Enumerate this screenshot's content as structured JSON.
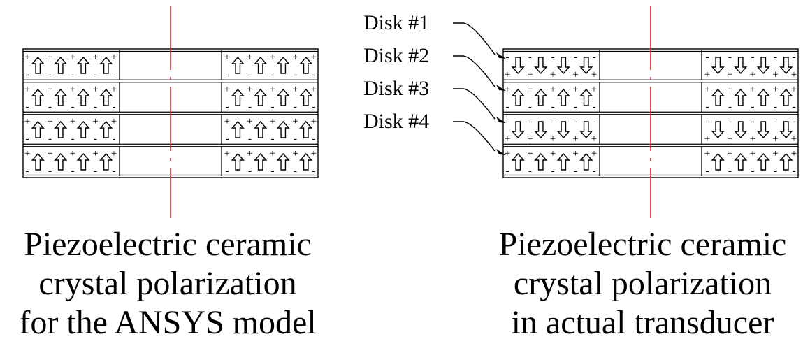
{
  "figure": {
    "left_panel": {
      "caption_lines": [
        "Piezoelectric ceramic",
        "crystal polarization",
        "for the ANSYS model"
      ],
      "disk_polarization": [
        "up",
        "up",
        "up",
        "up"
      ]
    },
    "right_panel": {
      "caption_lines": [
        "Piezoelectric ceramic",
        "crystal polarization",
        "in actual transducer"
      ],
      "disk_labels": [
        "Disk #1",
        "Disk #2",
        "Disk #3",
        "Disk #4"
      ],
      "disk_polarization": [
        "down",
        "up",
        "down",
        "up"
      ]
    },
    "colors": {
      "axis_line": "#e8262b",
      "stroke": "#000000"
    },
    "icons": {
      "polarization_arrow": "hollow-arrow-icon"
    }
  }
}
